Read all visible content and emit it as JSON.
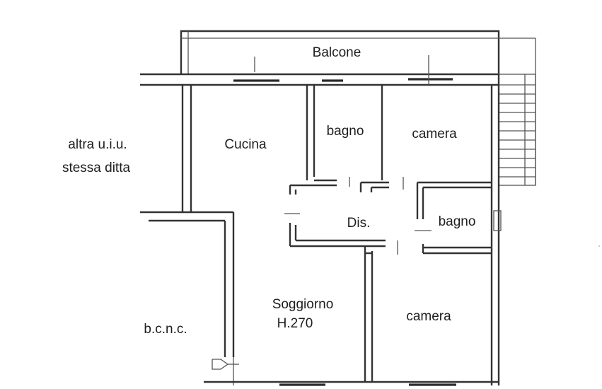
{
  "plan": {
    "rooms": {
      "balcone": "Balcone",
      "cucina": "Cucina",
      "bagno_top": "bagno",
      "camera_top": "camera",
      "dis": "Dis.",
      "bagno_right": "bagno",
      "soggiorno": "Soggiorno",
      "height": "H.270",
      "camera_bottom": "camera"
    },
    "labels": {
      "altra_line1": "altra u.i.u.",
      "altra_line2": "stessa ditta",
      "bcnc": "b.c.n.c."
    },
    "colors": {
      "line": "#333333",
      "text": "#1e1e1e",
      "background": "#ffffff"
    }
  }
}
